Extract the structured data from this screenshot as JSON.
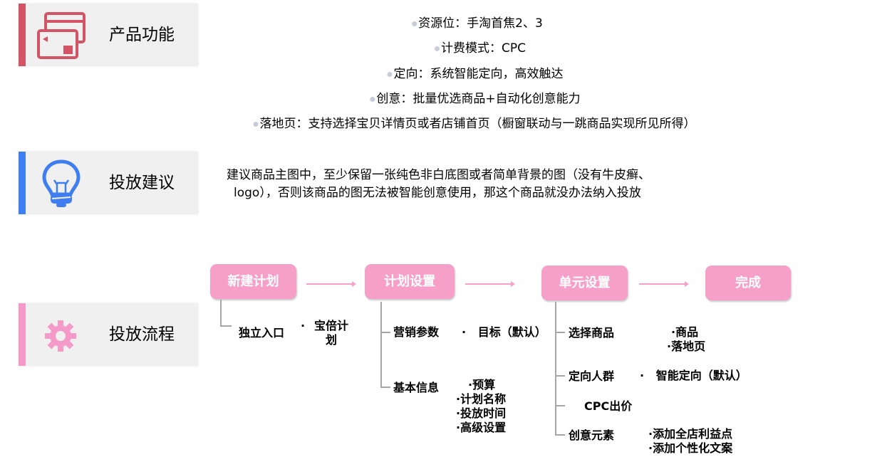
{
  "sections": [
    {
      "title": "产品功能",
      "icon": "cards-icon",
      "color": "#d35565"
    },
    {
      "title": "投放建议",
      "icon": "lightbulb-icon",
      "color": "#3f7ef0"
    },
    {
      "title": "投放流程",
      "icon": "gear-icon",
      "color": "#f49ac8"
    }
  ],
  "features": [
    "资源位：手淘首焦2、3",
    "计费模式：CPC",
    "定向：系统智能定向，高效触达",
    "创意：批量优选商品+自动化创意能力",
    "落地页：支持选择宝贝详情页或者店铺首页（橱窗联动与一跳商品实现所见所得）"
  ],
  "advice": [
    "建议商品主图中，至少保留一张纯色非白底图或者简单背景的图（没有牛皮癣、",
    "logo），否则该商品的图无法被智能创意使用，那这个商品就没办法纳入投放"
  ],
  "flow": {
    "steps": [
      "新建计划",
      "计划设置",
      "单元设置",
      "完成"
    ],
    "step1": {
      "branch": "独立入口",
      "detail": [
        "宝倍计",
        "划"
      ]
    },
    "step2": {
      "branches": [
        "营销参数",
        "基本信息"
      ],
      "marketing": "目标（默认）",
      "basic": [
        "预算",
        "计划名称",
        "投放时间",
        "高级设置"
      ]
    },
    "step3": {
      "branches": [
        "选择商品",
        "定向人群",
        "CPC出价",
        "创意元素"
      ],
      "goods": [
        "商品",
        "落地页"
      ],
      "target": "智能定向（默认）",
      "creative": [
        "添加全店利益点",
        "添加个性化文案"
      ]
    }
  },
  "colors": {
    "pink": "#f6a0c9",
    "line": "#a6a6a6"
  }
}
